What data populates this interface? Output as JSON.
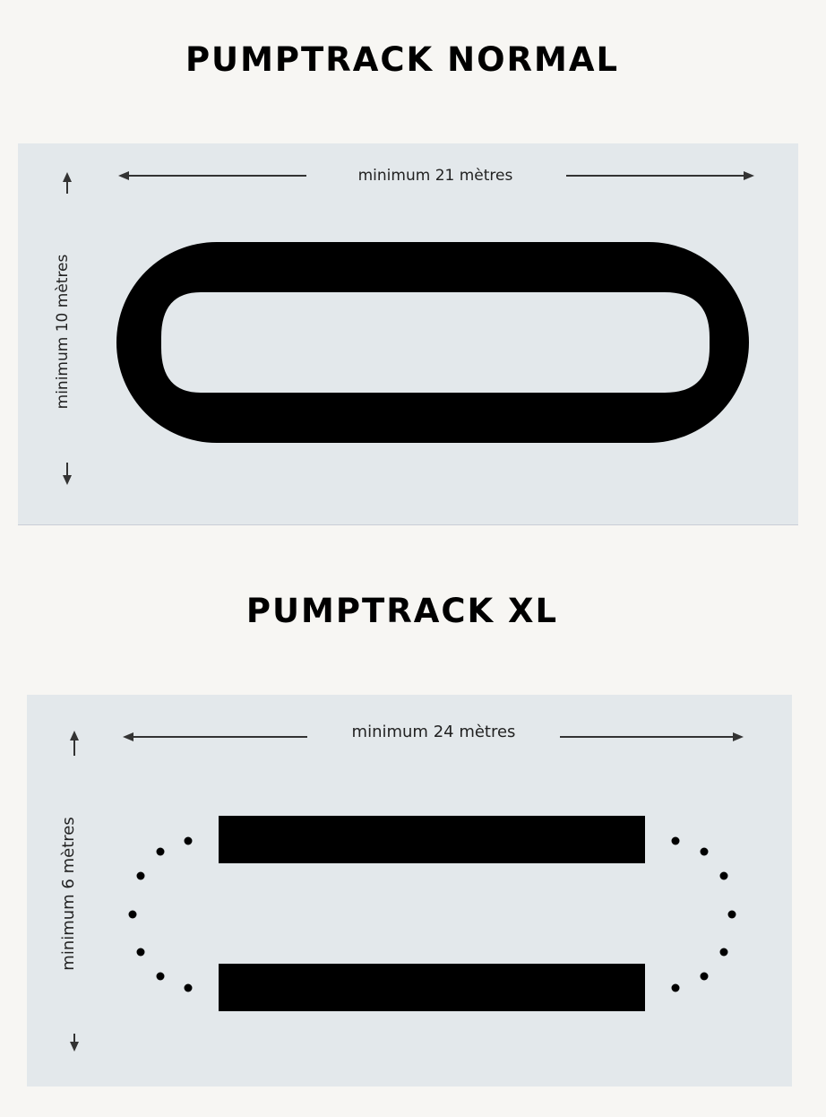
{
  "sections": {
    "normal": {
      "title": "PUMPTRACK NORMAL",
      "width_label": "minimum 21 mètres",
      "height_label": "minimum 10 mètres"
    },
    "xl": {
      "title": "PUMPTRACK XL",
      "width_label": "minimum 24 mètres",
      "height_label": "minimum 6 mètres"
    }
  },
  "colors": {
    "background": "#f7f6f3",
    "panel": "#e3e8eb",
    "track": "#000000",
    "dimension_line": "#333333"
  }
}
